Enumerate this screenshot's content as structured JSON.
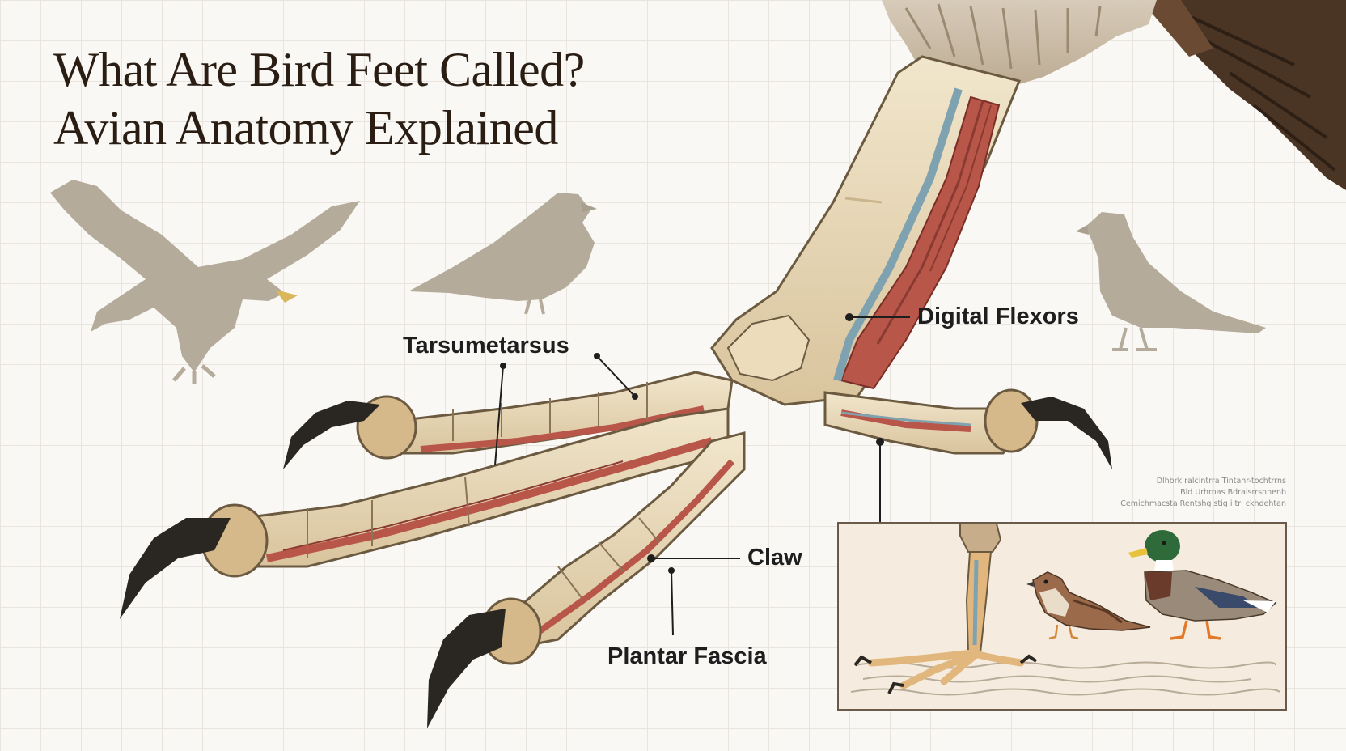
{
  "title": {
    "line1": "What Are Bird Feet Called?",
    "line2": "Avian Anatomy Explained"
  },
  "labels": {
    "tarsometatarsus": "Tarsumetarsus",
    "digital_flexors": "Digital Flexors",
    "claw": "Claw",
    "plantar_fascia": "Plantar Fascia"
  },
  "fine_print": [
    "Dlhbrk ralcintrra Tintahr-tochtrrns",
    "Bld Urhrnas Bdralsrrsnnenb",
    "Cemichmacsta Rentshg stig i trl ckhdehtan"
  ],
  "colors": {
    "bone": "#e8d8b8",
    "bone_outline": "#6b5a40",
    "muscle": "#b8564a",
    "tendon": "#7fa2b0",
    "claw": "#2a2622",
    "silhouette": "#b5ab9b",
    "inset_border": "#6a5a4a",
    "grid": "#e9e5de"
  }
}
